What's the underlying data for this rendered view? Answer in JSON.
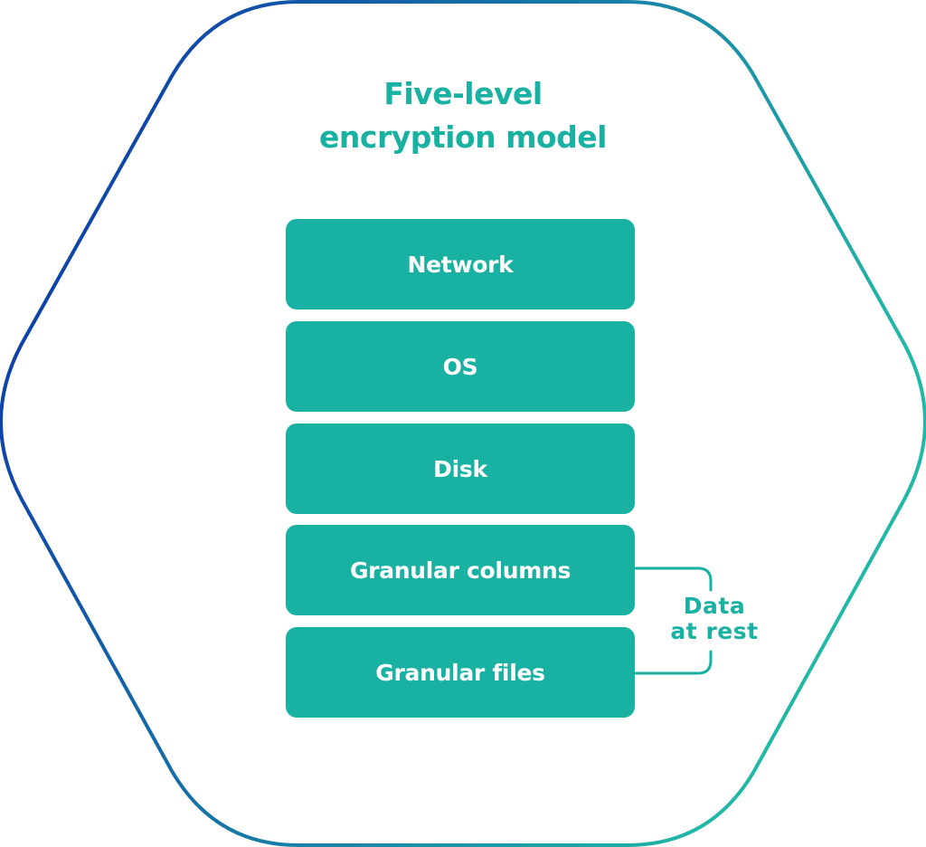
{
  "title": {
    "line1": "Five-level",
    "line2": "encryption model"
  },
  "layers": [
    {
      "label": "Network"
    },
    {
      "label": "OS"
    },
    {
      "label": "Disk"
    },
    {
      "label": "Granular columns"
    },
    {
      "label": "Granular files"
    }
  ],
  "data_at_rest": {
    "line1": "Data",
    "line2": "at rest"
  },
  "colors": {
    "layer_fill": "#19b1a2",
    "accent_text": "#19b1a2",
    "hexagon_gradient_start": "#0b2fa8",
    "hexagon_gradient_end": "#21b8a6"
  }
}
